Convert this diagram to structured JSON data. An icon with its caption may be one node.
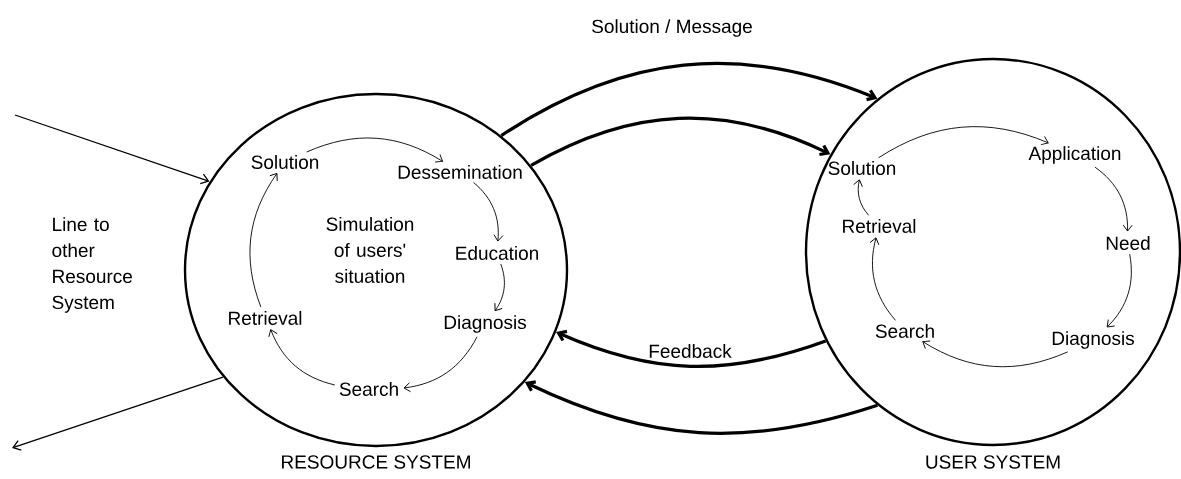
{
  "diagram": {
    "nodes": [
      {
        "text": [
          "RESOURCE SYSTEM"
        ]
      },
      {
        "text": [
          "Solution"
        ],
        "in": 0
      },
      {
        "text": [
          "Dessemination"
        ],
        "in": 0
      },
      {
        "text": [
          "Education"
        ],
        "in": 0
      },
      {
        "text": [
          "Diagnosis"
        ],
        "in": 0
      },
      {
        "text": [
          "Search"
        ],
        "in": 0
      },
      {
        "text": [
          "Retrieval"
        ],
        "in": 0
      },
      {
        "text": [
          "USER SYSTEM"
        ]
      },
      {
        "text": [
          "Solution"
        ],
        "in": 7
      },
      {
        "text": [
          "Application"
        ],
        "in": 7
      },
      {
        "text": [
          "Need"
        ],
        "in": 7
      },
      {
        "text": [
          "Diagnosis"
        ],
        "in": 7
      },
      {
        "text": [
          "Search"
        ],
        "in": 7
      },
      {
        "text": [
          "Retrieval"
        ],
        "in": 7
      }
    ],
    "edges": [
      {
        "from": null,
        "to": 0,
        "arrow": "to"
      },
      {
        "from": 0,
        "to": null,
        "arrow": "to"
      },
      {
        "from": 0,
        "to": 7,
        "arrow": "to",
        "style": "thick",
        "label": "Solution / Message"
      },
      {
        "from": 0,
        "to": 7,
        "arrow": "to",
        "style": "thick"
      },
      {
        "from": 7,
        "to": 0,
        "arrow": "to",
        "style": "thick",
        "label": "Feedback"
      },
      {
        "from": 7,
        "to": 0,
        "arrow": "to",
        "style": "thick"
      },
      {
        "from": 1,
        "to": 2,
        "arrow": "to"
      },
      {
        "from": 2,
        "to": 3,
        "arrow": "to"
      },
      {
        "from": 3,
        "to": 4,
        "arrow": "to"
      },
      {
        "from": 4,
        "to": 5,
        "arrow": "to"
      },
      {
        "from": 5,
        "to": 6,
        "arrow": "to"
      },
      {
        "from": 6,
        "to": 1,
        "arrow": "to"
      },
      {
        "from": 8,
        "to": 9,
        "arrow": "to"
      },
      {
        "from": 9,
        "to": 10,
        "arrow": "to"
      },
      {
        "from": 10,
        "to": 11,
        "arrow": "to"
      },
      {
        "from": 11,
        "to": 12,
        "arrow": "to"
      },
      {
        "from": 12,
        "to": 13,
        "arrow": "to"
      },
      {
        "from": 13,
        "to": 8,
        "arrow": "to"
      }
    ],
    "labels": [
      "Line to other Resource System",
      "Simulation of users' situation"
    ]
  }
}
